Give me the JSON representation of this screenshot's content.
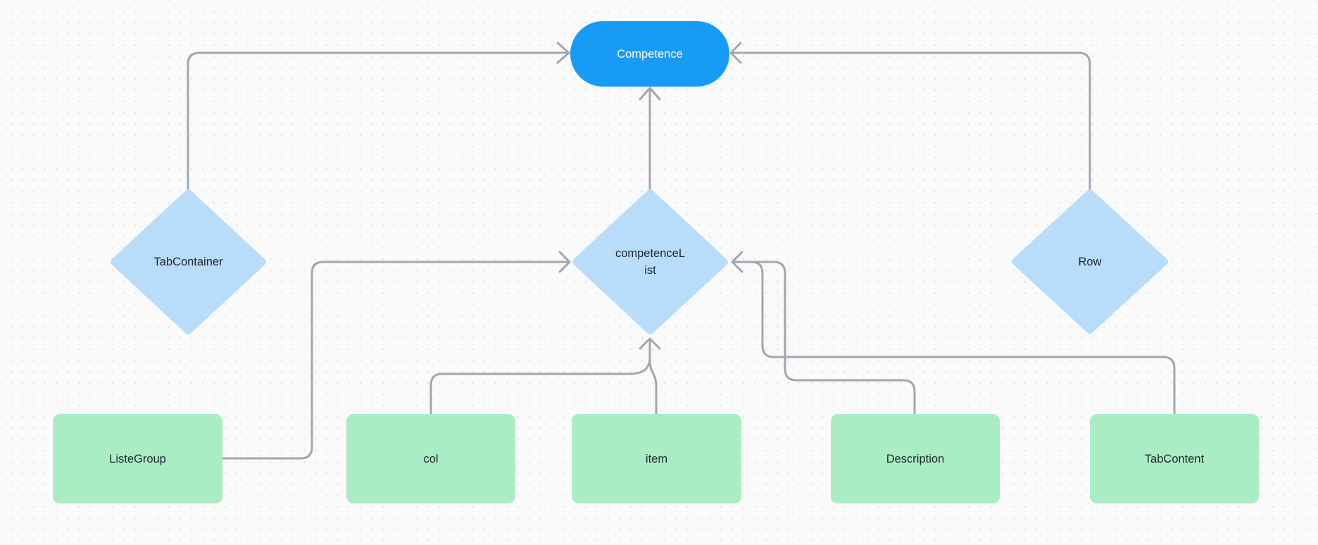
{
  "colors": {
    "canvas_bg": "#fafafa",
    "dot": "#e3e3e3",
    "connector": "#a2a7ad",
    "accent_blue": "#189bf5",
    "diamond_blue": "#b8ddfb",
    "node_green": "#aaedc4",
    "text_dark": "#222831",
    "text_light": "#ffffff"
  },
  "nodes": {
    "competence": {
      "label": "Competence",
      "shape": "pill"
    },
    "tab_container": {
      "label": "TabContainer",
      "shape": "diamond"
    },
    "competence_list": {
      "label": "competenceList",
      "label_lines": [
        "competenceL",
        "ist"
      ],
      "shape": "diamond"
    },
    "row": {
      "label": "Row",
      "shape": "diamond"
    },
    "liste_group": {
      "label": "ListeGroup",
      "shape": "rectangle"
    },
    "col": {
      "label": "col",
      "shape": "rectangle"
    },
    "item": {
      "label": "item",
      "shape": "rectangle"
    },
    "description": {
      "label": "Description",
      "shape": "rectangle"
    },
    "tab_content": {
      "label": "TabContent",
      "shape": "rectangle"
    }
  },
  "edges": [
    {
      "from": "TabContainer",
      "to": "Competence",
      "arrow": "into Competence left side"
    },
    {
      "from": "competenceList",
      "to": "Competence",
      "arrow": "into Competence bottom"
    },
    {
      "from": "Row",
      "to": "Competence",
      "arrow": "into Competence right side"
    },
    {
      "from": "ListeGroup",
      "to": "competenceList",
      "arrow": "into left vertex"
    },
    {
      "from": "col",
      "to": "competenceList",
      "arrow": "into bottom vertex (shared arrowhead)"
    },
    {
      "from": "item",
      "to": "competenceList",
      "arrow": "into bottom vertex (shared arrowhead)"
    },
    {
      "from": "TabContent",
      "to": "competenceList",
      "arrow": "into right vertex"
    },
    {
      "from": "Description",
      "to": "competenceList",
      "arrow": "into right vertex (shared arrowhead)"
    }
  ]
}
